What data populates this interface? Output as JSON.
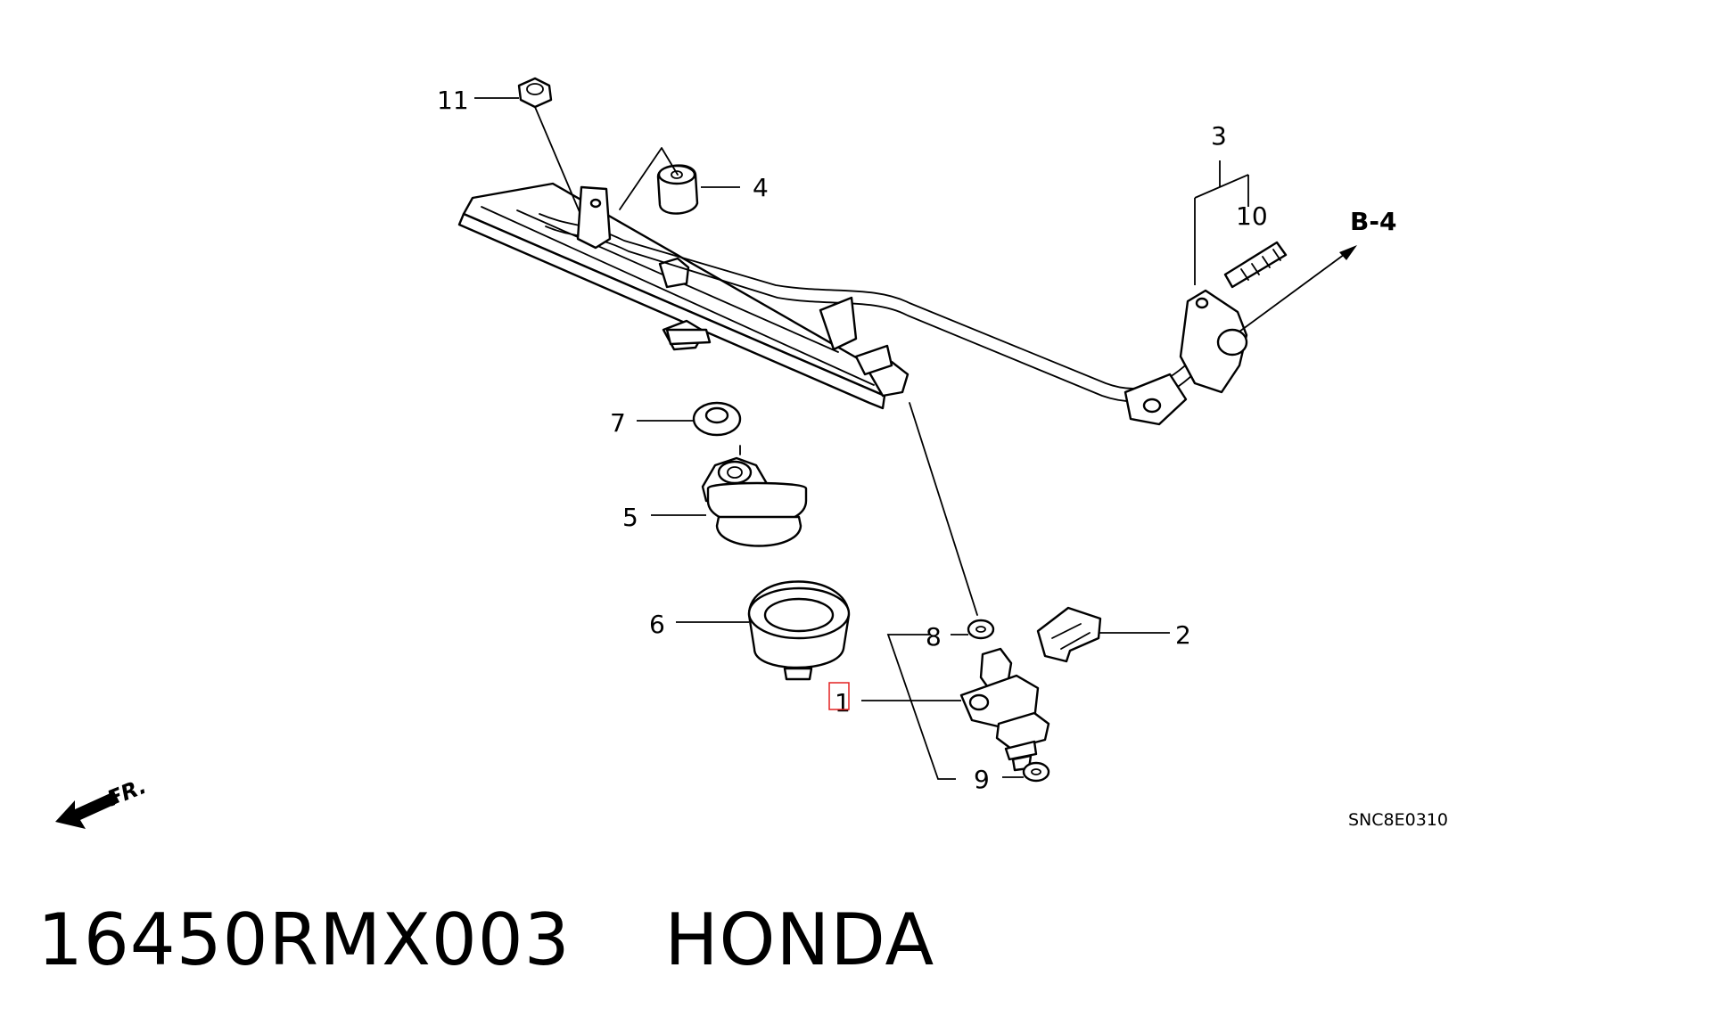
{
  "diagram": {
    "callouts": [
      {
        "id": "1",
        "label": "1"
      },
      {
        "id": "2",
        "label": "2"
      },
      {
        "id": "3",
        "label": "3"
      },
      {
        "id": "4",
        "label": "4"
      },
      {
        "id": "5",
        "label": "5"
      },
      {
        "id": "6",
        "label": "6"
      },
      {
        "id": "7",
        "label": "7"
      },
      {
        "id": "8",
        "label": "8"
      },
      {
        "id": "9",
        "label": "9"
      },
      {
        "id": "10",
        "label": "10"
      },
      {
        "id": "11",
        "label": "11"
      }
    ],
    "reference": "B-4",
    "direction_label": "FR.",
    "drawing_code": "SNC8E0310",
    "highlight_color": "#e32020"
  },
  "caption": {
    "part_number": "16450RMX003",
    "brand": "HONDA"
  }
}
